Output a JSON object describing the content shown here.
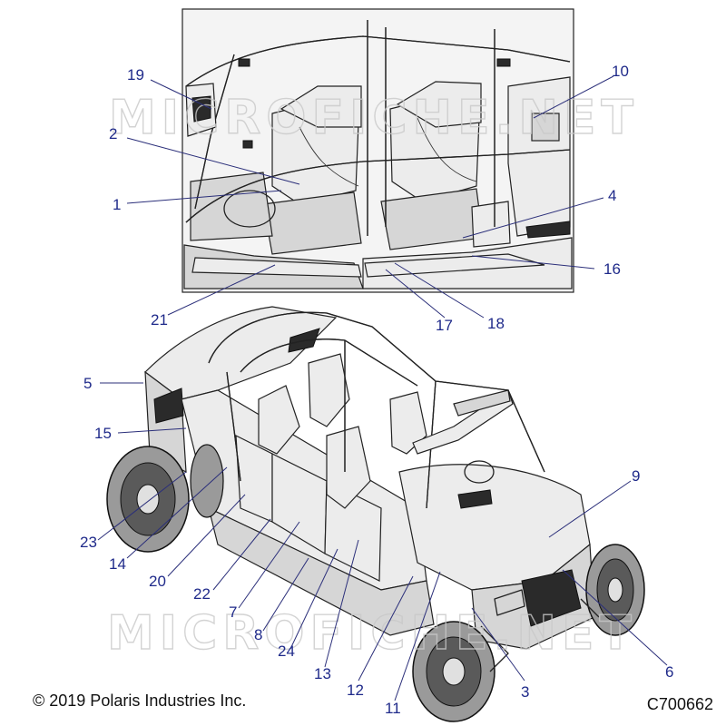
{
  "footer": {
    "copyright": "© 2019 Polaris Industries Inc.",
    "diagram_code": "C700662"
  },
  "watermark": {
    "text": "MICROFICHE.NET"
  },
  "callouts": {
    "c1": "1",
    "c2": "2",
    "c3": "3",
    "c4": "4",
    "c5": "5",
    "c6": "6",
    "c7": "7",
    "c8": "8",
    "c9": "9",
    "c10": "10",
    "c11": "11",
    "c12": "12",
    "c13": "13",
    "c14": "14",
    "c15": "15",
    "c16": "16",
    "c17": "17",
    "c18": "18",
    "c19": "19",
    "c20": "20",
    "c21": "21",
    "c22": "22",
    "c23": "23",
    "c24": "24"
  }
}
